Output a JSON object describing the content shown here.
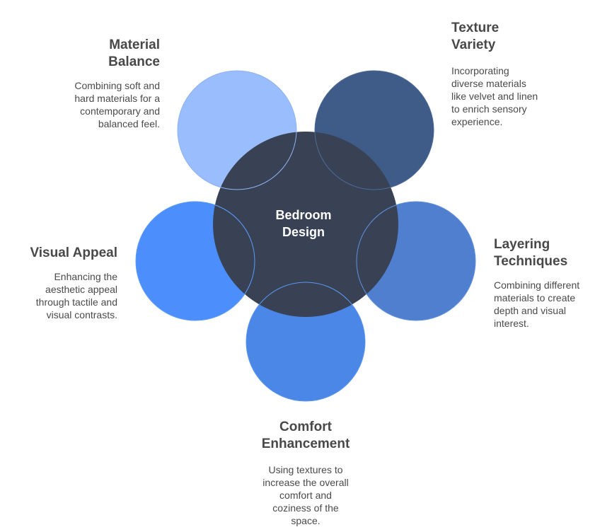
{
  "center": {
    "label": "Bedroom\nDesign"
  },
  "items": {
    "material_balance": {
      "title": "Material\nBalance",
      "description": "Combining soft and\nhard materials for a\ncontemporary and\nbalanced feel.",
      "color": "#99bdfd"
    },
    "texture_variety": {
      "title": "Texture\nVariety",
      "description": "Incorporating\ndiverse materials\nlike velvet and linen\nto enrich sensory\nexperience.",
      "color": "#3f5b88"
    },
    "layering_techniques": {
      "title": "Layering\nTechniques",
      "description": "Combining different\nmaterials to create\ndepth and visual\ninterest.",
      "color": "#4f7fce"
    },
    "comfort_enhancement": {
      "title": "Comfort\nEnhancement",
      "description": "Using textures to\nincrease the overall\ncomfort and\ncoziness of the\nspace.",
      "color": "#4b87e6"
    },
    "visual_appeal": {
      "title": "Visual Appeal",
      "description": "Enhancing the\naesthetic appeal\nthrough tactile and\nvisual contrasts.",
      "color": "#4b8efc"
    }
  },
  "center_color": "#384254"
}
